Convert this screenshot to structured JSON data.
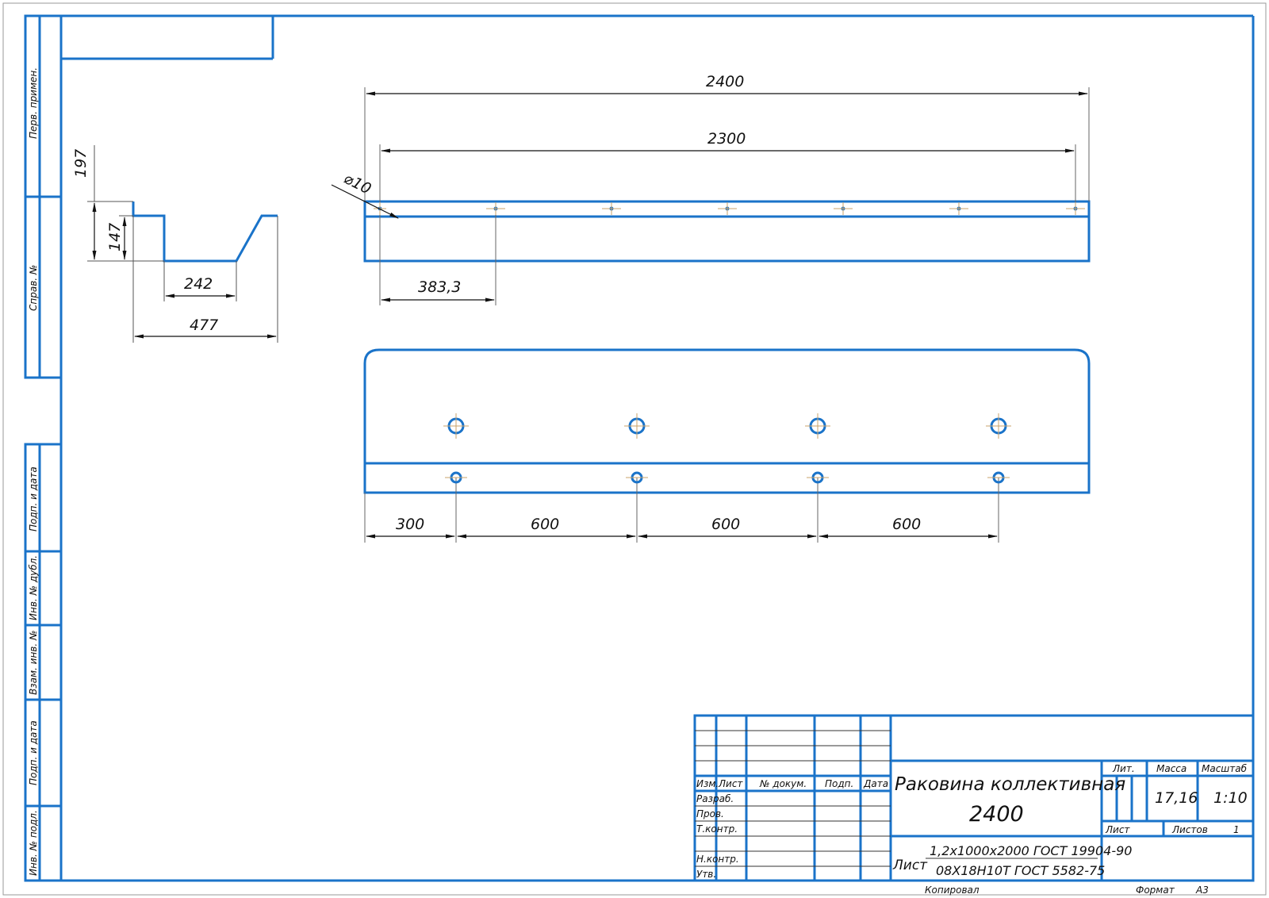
{
  "side_labels": [
    "Перв. примен.",
    "Справ. №",
    "Подп. и дата",
    "Инв. № дубл.",
    "Взам. инв. №",
    "Подп. и дата",
    "Инв. № подл."
  ],
  "profile": {
    "dim_197": "197",
    "dim_147": "147",
    "dim_242": "242",
    "dim_477": "477"
  },
  "front": {
    "dim_2400": "2400",
    "dim_2300": "2300",
    "hole_dia": "⌀10",
    "dim_383": "383,3"
  },
  "plan": {
    "dim_300": "300",
    "dim_600_a": "600",
    "dim_600_b": "600",
    "dim_600_c": "600"
  },
  "title_block": {
    "headers": [
      "Изм.",
      "Лист",
      "№ докум.",
      "Подп.",
      "Дата"
    ],
    "roles": [
      "Разраб.",
      "Пров.",
      "Т.контр.",
      "Н.контр.",
      "Утв."
    ],
    "title_line1": "Раковина коллективная",
    "title_line2": "2400",
    "lit_label": "Лит.",
    "mass_label": "Масса",
    "scale_label": "Масштаб",
    "mass_value": "17,16",
    "scale_value": "1:10",
    "sheet_label": "Лист",
    "sheets_label": "Листов",
    "sheets_value": "1",
    "material_prefix": "Лист",
    "material_top": "1,2х1000х2000 ГОСТ 19904-90",
    "material_bottom": "08Х18Н10Т ГОСТ 5582-75"
  },
  "footer": {
    "copied": "Копировал",
    "format_label": "Формат",
    "format_value": "А3"
  }
}
